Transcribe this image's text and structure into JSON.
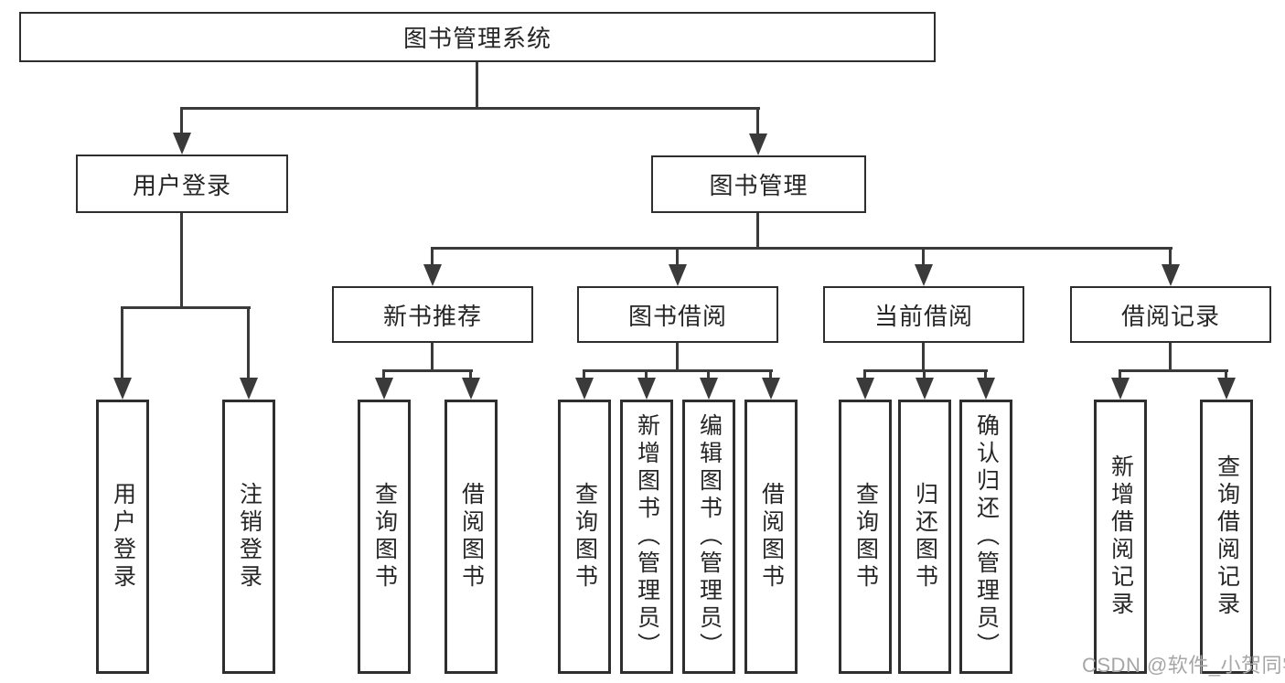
{
  "colors": {
    "background": "#ffffff",
    "box_border": "#2e2e2e",
    "connector_line": "#3a3a3a",
    "box_text": "#262626",
    "watermark_text": "#a6a6a6"
  },
  "tree": {
    "root": {
      "label": "图书管理系统"
    },
    "children": [
      {
        "label": "用户登录",
        "children": [
          {
            "label": "用户登录"
          },
          {
            "label": "注销登录"
          }
        ]
      },
      {
        "label": "图书管理",
        "children": [
          {
            "label": "新书推荐",
            "children": [
              {
                "label": "查询图书"
              },
              {
                "label": "借阅图书"
              }
            ]
          },
          {
            "label": "图书借阅",
            "children": [
              {
                "label": "查询图书"
              },
              {
                "label": "新增图书（管理员）"
              },
              {
                "label": "编辑图书（管理员）"
              },
              {
                "label": "借阅图书"
              }
            ]
          },
          {
            "label": "当前借阅",
            "children": [
              {
                "label": "查询图书"
              },
              {
                "label": "归还图书"
              },
              {
                "label": "确认归还（管理员）"
              }
            ]
          },
          {
            "label": "借阅记录",
            "children": [
              {
                "label": "新增借阅记录"
              },
              {
                "label": "查询借阅记录"
              }
            ]
          }
        ]
      }
    ]
  },
  "watermark": {
    "text": "CSDN @软件_小贺同学"
  }
}
